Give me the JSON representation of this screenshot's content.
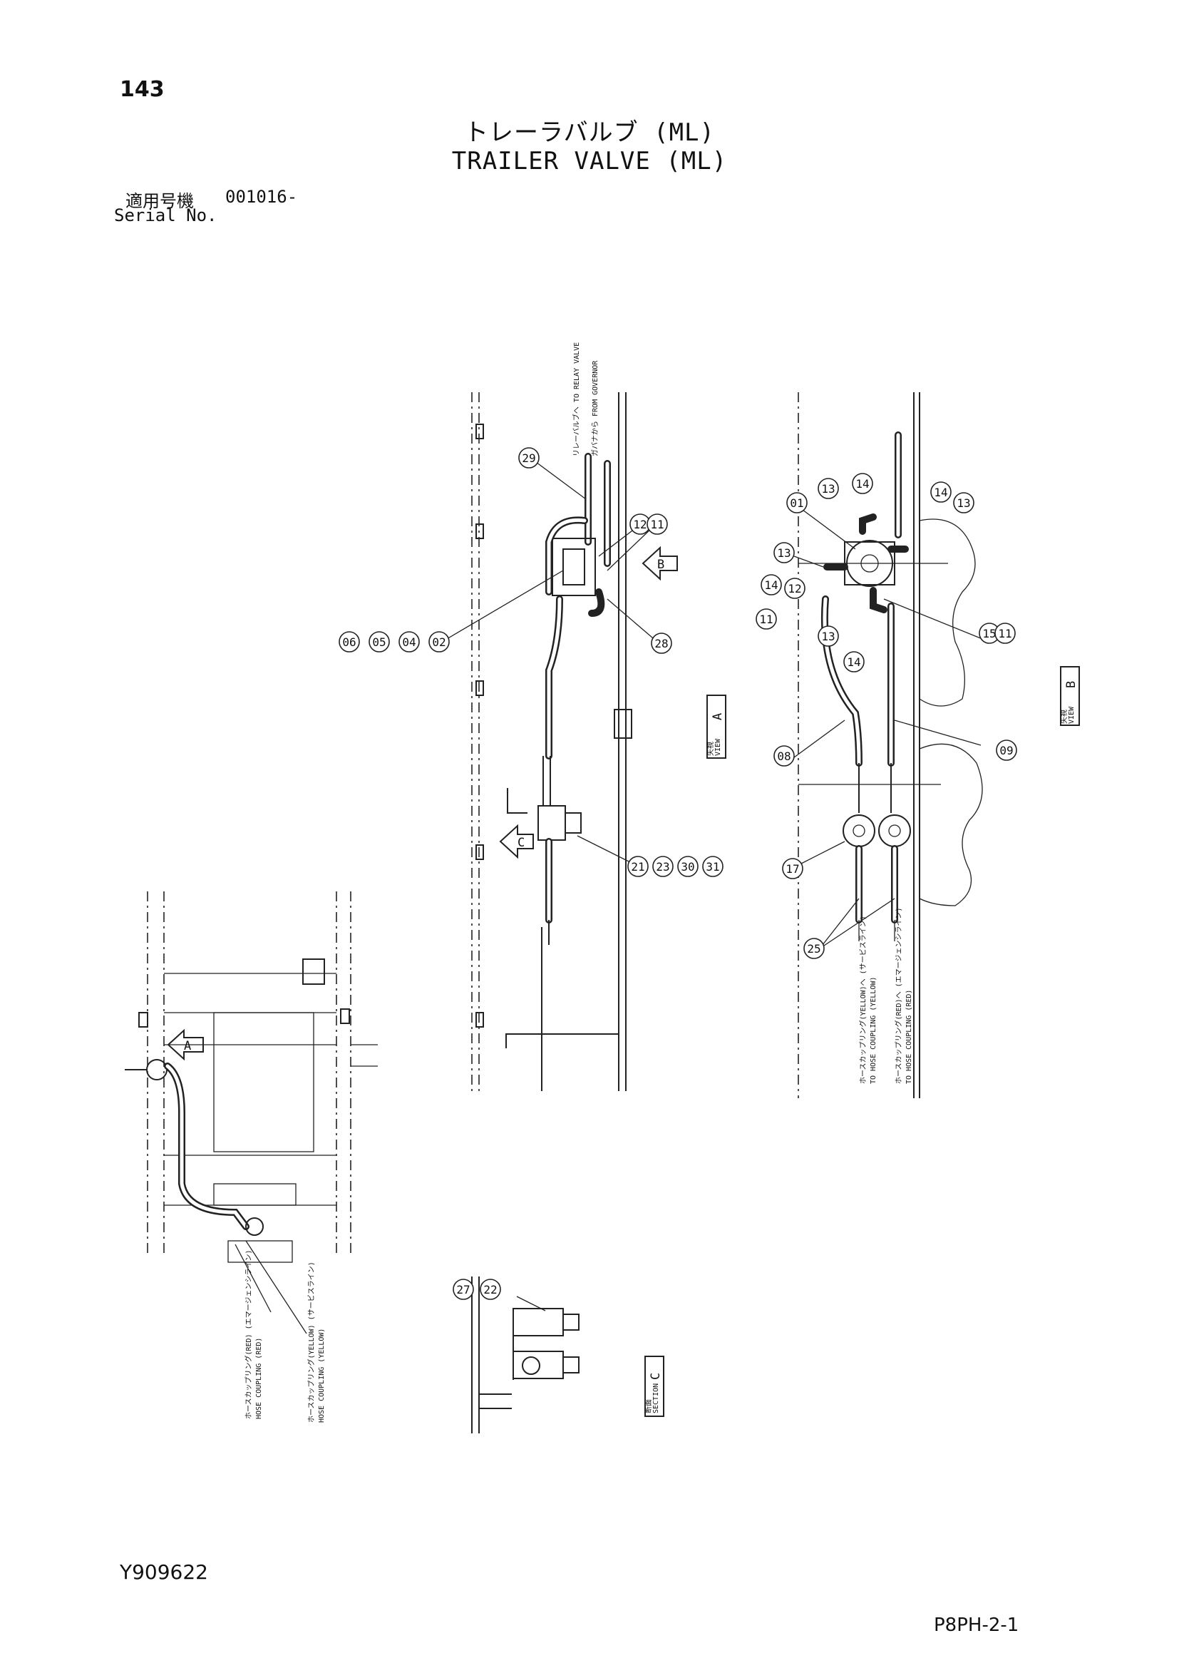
{
  "header": {
    "page_number": "143",
    "title_jp": "トレーラバルブ (ML)",
    "title_en": "TRAILER VALVE (ML)",
    "serial_label_jp": "適用号機",
    "serial_value": "001016-",
    "serial_label_en": "Serial No."
  },
  "footer": {
    "doc_code": "Y909622",
    "page_ref": "P8PH-2-1"
  },
  "view_a": {
    "callouts": [
      {
        "id": "c29",
        "text": "29"
      },
      {
        "id": "c12",
        "text": "12"
      },
      {
        "id": "c11",
        "text": "11"
      },
      {
        "id": "c06",
        "text": "06"
      },
      {
        "id": "c05",
        "text": "05"
      },
      {
        "id": "c04",
        "text": "04"
      },
      {
        "id": "c02",
        "text": "02"
      },
      {
        "id": "c28",
        "text": "28"
      },
      {
        "id": "c21",
        "text": "21"
      },
      {
        "id": "c23",
        "text": "23"
      },
      {
        "id": "c30",
        "text": "30"
      },
      {
        "id": "c31",
        "text": "31"
      }
    ],
    "label_relay": "リレーバルブへ TO RELAY VALVE",
    "label_governor": "ガバナから FROM GOVERNOR",
    "arrow_b": "B",
    "arrow_c": "C",
    "view_box_jp": "矢視",
    "view_box_en": "VIEW",
    "view_box_letter": "A"
  },
  "view_b": {
    "callouts": [
      {
        "id": "b01",
        "text": "01"
      },
      {
        "id": "b13a",
        "text": "13"
      },
      {
        "id": "b14a",
        "text": "14"
      },
      {
        "id": "b14b",
        "text": "14"
      },
      {
        "id": "b13b",
        "text": "13"
      },
      {
        "id": "b13c",
        "text": "13"
      },
      {
        "id": "b14c",
        "text": "14"
      },
      {
        "id": "b11a",
        "text": "11"
      },
      {
        "id": "b12",
        "text": "12"
      },
      {
        "id": "b13d",
        "text": "13"
      },
      {
        "id": "b14d",
        "text": "14"
      },
      {
        "id": "b15",
        "text": "15"
      },
      {
        "id": "b11b",
        "text": "11"
      },
      {
        "id": "b08",
        "text": "08"
      },
      {
        "id": "b09",
        "text": "09"
      },
      {
        "id": "b17",
        "text": "17"
      },
      {
        "id": "b25",
        "text": "25"
      }
    ],
    "label_yellow_jp": "ホースカップリング(YELLOW)へ (サービスライン)",
    "label_yellow_en": "TO HOSE COUPLING (YELLOW)",
    "label_red_jp": "ホースカップリング(RED)へ (エマージェンシライン)",
    "label_red_en": "TO HOSE COUPLING (RED)",
    "view_box_jp": "矢視",
    "view_box_en": "VIEW",
    "view_box_letter": "B"
  },
  "overview": {
    "arrow_a": "A",
    "label_red_jp": "ホースカップリング(RED) (エマージェンシライン)",
    "label_red_en": "HOSE COUPLING (RED)",
    "label_yellow_jp": "ホースカップリング(YELLOW) (サービスライン)",
    "label_yellow_en": "HOSE COUPLING (YELLOW)"
  },
  "section_c": {
    "callouts": [
      {
        "id": "s27",
        "text": "27"
      },
      {
        "id": "s22",
        "text": "22"
      }
    ],
    "box_jp": "断面",
    "box_en": "SECTION",
    "box_letter": "C"
  }
}
